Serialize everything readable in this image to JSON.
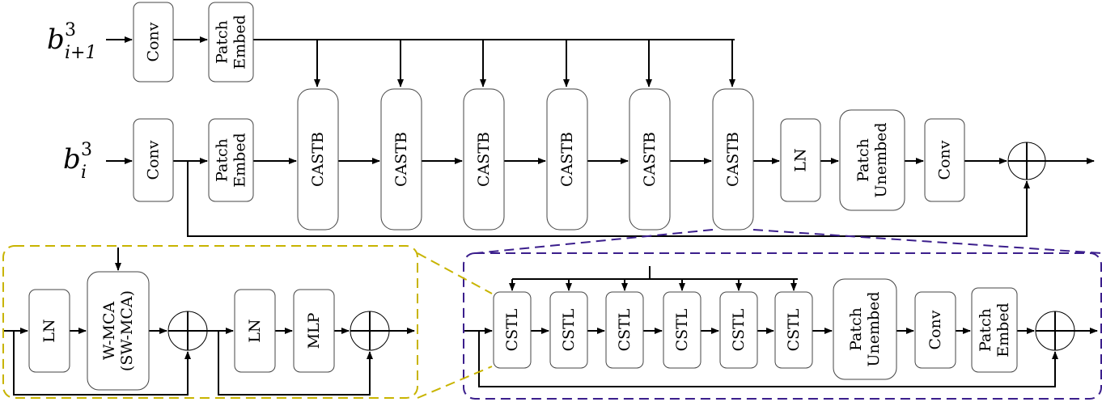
{
  "inputs": {
    "b_next": {
      "base": "b",
      "sup": "3",
      "sub": "i+1"
    },
    "b_cur": {
      "base": "b",
      "sup": "3",
      "sub": "i"
    }
  },
  "labels": {
    "conv": "Conv",
    "patch": "Patch",
    "embed": "Embed",
    "unembed": "Unembed",
    "castb": "CASTB",
    "ln": "LN",
    "mlp": "MLP",
    "wmca": "W-MCA",
    "swmca": "(SW-MCA)",
    "cstl": "CSTL"
  },
  "colors": {
    "left_dashed_border": "#c8b400",
    "right_dashed_border": "#3b1e8c",
    "box_border": "#444444",
    "line": "#000000"
  }
}
